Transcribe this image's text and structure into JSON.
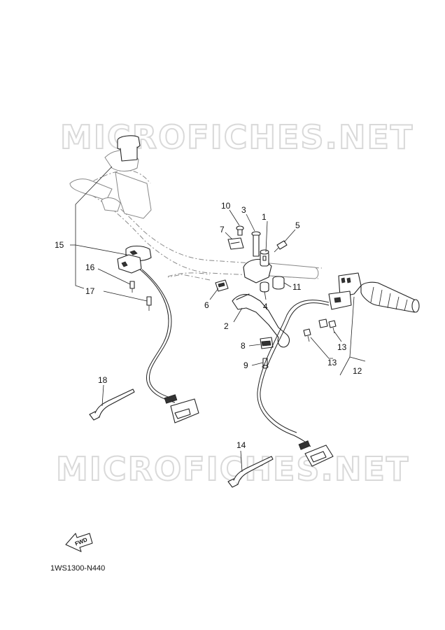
{
  "watermarks": [
    "MICROFICHES.NET",
    "MICROFICHES.NET"
  ],
  "diagram_code": "1WS1300-N440",
  "fwd_label": "FWD",
  "callouts": {
    "c1": "1",
    "c2": "2",
    "c3": "3",
    "c4": "4",
    "c5": "5",
    "c6": "6",
    "c7": "7",
    "c8": "8",
    "c9": "9",
    "c10": "10",
    "c11": "11",
    "c12": "12",
    "c13a": "13",
    "c13b": "13",
    "c14": "14",
    "c15": "15",
    "c16": "16",
    "c17": "17",
    "c18": "18"
  }
}
